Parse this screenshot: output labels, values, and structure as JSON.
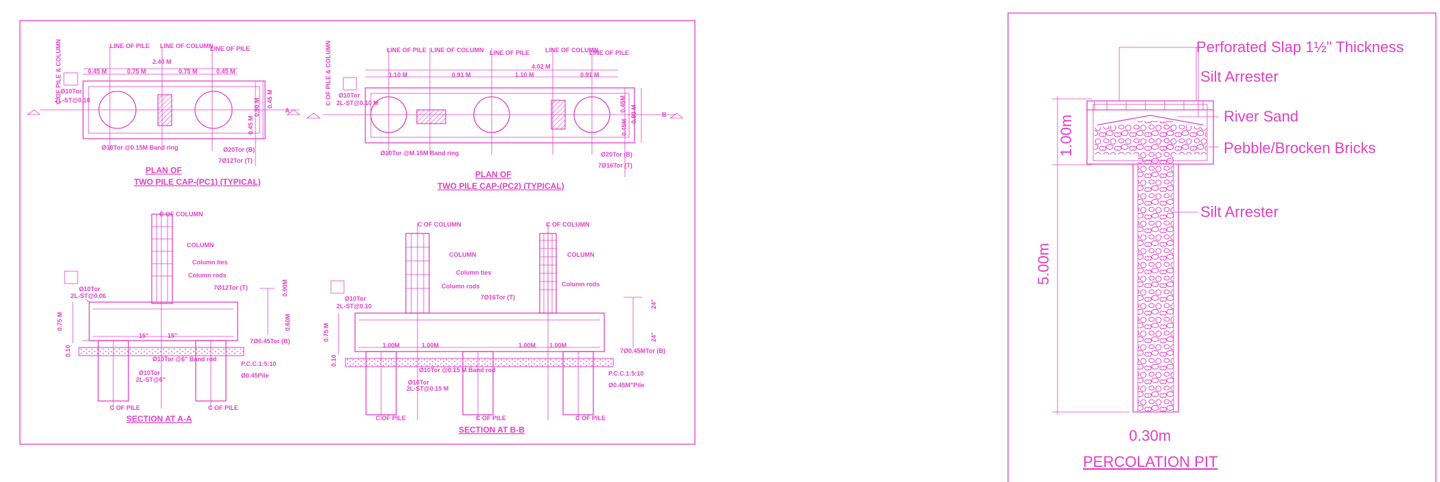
{
  "colors": {
    "line": "#e040c8",
    "background": "#ffffff"
  },
  "plan_pc1": {
    "title_1": "PLAN OF",
    "title_2": "TWO PILE CAP-(PC1) (TYPICAL)",
    "line_of_pile_a": "LINE OF PILE",
    "line_of_column": "LINE OF COLUMN",
    "line_of_pile_b": "LINE OF PILE",
    "dim_total": "2.40 M",
    "dim_1": "0.45 M",
    "dim_2": "0.75 M",
    "dim_3": "0.75 M",
    "dim_4": "0.45 M",
    "side_label": "C OF PILE & COLUMN",
    "bar_1": "Ø10Tor",
    "bar_2": "2L-ST@0.10",
    "band_ring": "Ø10Tor @0.15M Band ring",
    "bottom_bar": "Ø20Tor (B)",
    "top_bar": "7Ø12Tor (T)",
    "dim_v1": "0.45 M",
    "dim_v2": "0.45 M",
    "dim_v3": "0.90 M",
    "section_mark": "A"
  },
  "plan_pc2": {
    "title_1": "PLAN OF",
    "title_2": "TWO PILE CAP-(PC2) (TYPICAL)",
    "line_of_pile_a": "LINE OF PILE",
    "line_of_column_a": "LINE OF COLUMN",
    "line_of_pile_b": "LINE OF PILE",
    "line_of_column_b": "LINE OF COLUMN",
    "line_of_pile_c": "LINE OF PILE",
    "dim_total": "4.02 M",
    "dim_1": "1.10 M",
    "dim_2": "0.91 M",
    "dim_3": "1.10 M",
    "dim_4": "0.91 M",
    "side_label": "C OF PILE & COLUMN",
    "bar_1": "Ø10Tor",
    "bar_2": "2L-ST@0.10 M",
    "band_ring": "Ø10Tor @M.15M Band ring",
    "bottom_bar": "Ø20Tor (B)",
    "top_bar": "7Ø16Tor (T)",
    "dim_v1": "0.45M",
    "dim_v2": "0.45M",
    "dim_v3": "0.90 M",
    "section_mark": "B"
  },
  "section_aa": {
    "title": "SECTION AT A-A",
    "column_cl": "C OF COLUMN",
    "column": "COLUMN",
    "column_ties": "Column ties",
    "column_rods": "Column rods",
    "bar_1": "Ø10Tor",
    "bar_2": "2L-ST@0.06",
    "top_bar": "7Ø12Tor (T)",
    "bottom_bar": "7Ø0.45Tor (B)",
    "dim_a": "15\"",
    "dim_b": "15\"",
    "band_rod": "Ø10Tor @6\" Band rod",
    "stirrup_1": "Ø10Tor",
    "stirrup_2": "2L-ST@6\"",
    "pcc": "P.C.C.1:5:10",
    "pile": "Ø0.45Pile",
    "pile_cl_a": "C OF PILE",
    "pile_cl_b": "C OF PILE",
    "dim_v1": "0.75 M",
    "dim_v2": "0.10",
    "dim_v3": "0.90M",
    "dim_v4": "0.60M"
  },
  "section_bb": {
    "title": "SECTION AT B-B",
    "column_cl_a": "C OF COLUMN",
    "column_cl_b": "C OF COLUMN",
    "column_a": "COLUMN",
    "column_b": "COLUMN",
    "column_ties": "Column ties",
    "column_rods_a": "Column rods",
    "column_rods_b": "Column rods",
    "bar_1": "Ø10Tor",
    "bar_2": "2L-ST@0.10",
    "top_bar": "7Ø16Tor (T)",
    "bottom_bar": "7Ø0.45MTor (B)",
    "dim_1": "1.00M",
    "dim_2": "1.00M",
    "dim_3": "1.00M",
    "dim_4": "1.00M",
    "band_rod": "Ø10Tor @0.15 M Band rod",
    "stirrup_1": "Ø10Tor",
    "stirrup_2": "2L-ST@0.15 M",
    "pcc": "P.C.C.1:5:10",
    "pile": "Ø0.45M\"Pile",
    "pile_cl_a": "C OF PILE",
    "pile_cl_b": "C OF PILE",
    "pile_cl_c": "C OF PILE",
    "dim_v1": "0.75 M",
    "dim_v2": "0.10",
    "dim_v3": "24\"",
    "dim_v4": "24\""
  },
  "pit": {
    "title": "PERCOLATION PIT",
    "label_slab": "Perforated Slap 1½\" Thickness",
    "label_arrester_top": "Silt Arrester",
    "label_sand": "River Sand",
    "label_pebble": "Pebble/Brocken Bricks",
    "label_arrester_mid": "Silt Arrester",
    "dim_top": "1.00m",
    "dim_total": "5.00m",
    "dim_width": "0.30m"
  }
}
